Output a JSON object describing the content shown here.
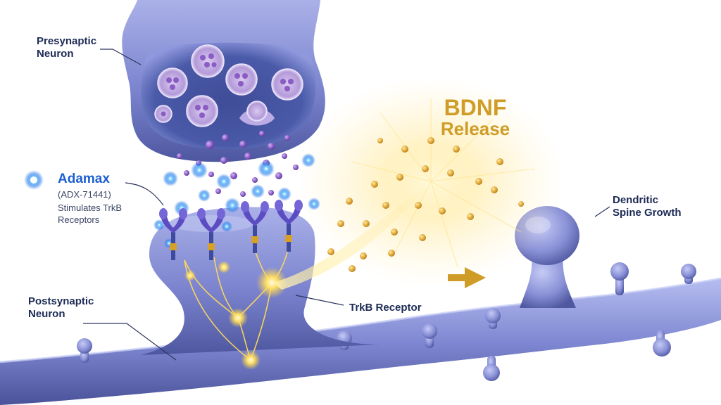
{
  "labels": {
    "presynaptic": [
      "Presynaptic",
      "Neuron"
    ],
    "postsynaptic": [
      "Postsynaptic",
      "Neuron"
    ],
    "dendritic": [
      "Dendritic",
      "Spine Growth"
    ],
    "bdnf": [
      "BDNF",
      "Release"
    ],
    "trkb": "TrkB Receptor",
    "adamax": {
      "name": "Adamax",
      "code": "(ADX-71441)",
      "description": [
        "Stimulates TrkB",
        "Receptors"
      ]
    }
  },
  "colors": {
    "neuron": "#7d85cf",
    "neuron_dark": "#454f9c",
    "bdnf_gold": "#cf9d27",
    "adamax_blue": "#1d5fd0",
    "label_navy": "#1c2a55",
    "vesicle_purple": "#9a66c9"
  },
  "icons": {
    "adamax_marker": "glowing-blue-dot",
    "direction_arrow": "arrow-right-gold"
  }
}
